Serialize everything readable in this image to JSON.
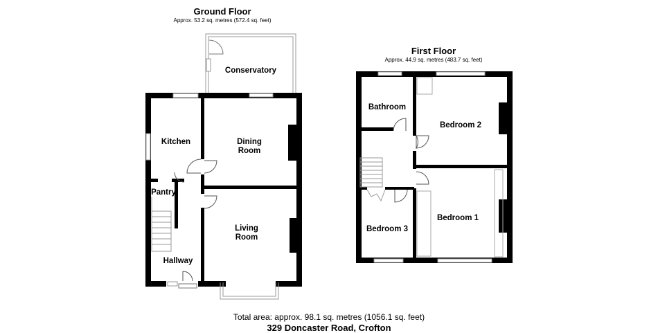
{
  "ground_floor": {
    "title": "Ground Floor",
    "area": "Approx. 53.2 sq. metres (572.4 sq. feet)",
    "rooms": {
      "conservatory": "Conservatory",
      "kitchen": "Kitchen",
      "dining_room": "Dining\nRoom",
      "pantry": "Pantry",
      "living_room": "Living\nRoom",
      "hallway": "Hallway"
    }
  },
  "first_floor": {
    "title": "First Floor",
    "area": "Approx. 44.9 sq. metres (483.7 sq. feet)",
    "rooms": {
      "bathroom": "Bathroom",
      "bedroom_2": "Bedroom 2",
      "bedroom_3": "Bedroom 3",
      "bedroom_1": "Bedroom 1"
    }
  },
  "footer": {
    "total_area": "Total area: approx. 98.1 sq. metres (1056.1 sq. feet)",
    "address": "329 Doncaster Road, Crofton"
  },
  "colors": {
    "wall": "#000000",
    "fixture": "#aaaaaa"
  }
}
